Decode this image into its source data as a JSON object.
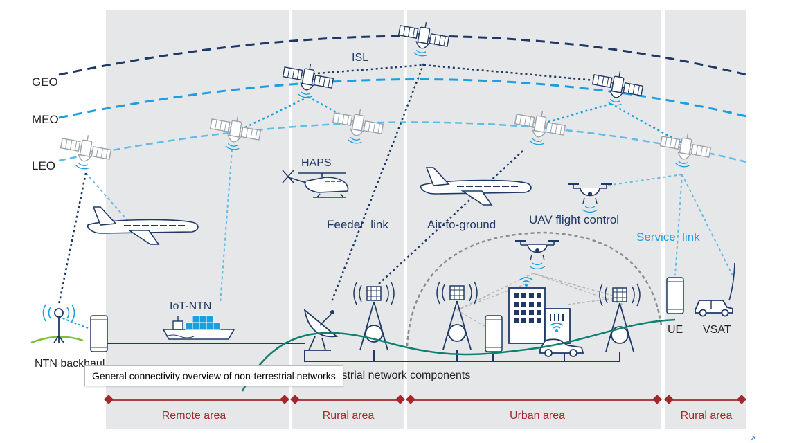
{
  "orbits": {
    "geo": "GEO",
    "meo": "MEO",
    "leo": "LEO"
  },
  "links": {
    "isl": "ISL",
    "feeder": "Feeder  link",
    "air_to_ground": "Air-to-ground",
    "uav_flight_control": "UAV flight control",
    "service": "Service  link"
  },
  "nodes": {
    "haps": "HAPS",
    "iot_ntn": "IoT-NTN",
    "ntn_backhaul": "NTN backhaul",
    "ue": "UE",
    "vsat": "VSAT"
  },
  "ground_network": {
    "label": "Terrestrial network components"
  },
  "areas": [
    {
      "label": "Remote area"
    },
    {
      "label": "Rural area"
    },
    {
      "label": "Urban area"
    },
    {
      "label": "Rural area"
    }
  ],
  "tooltip": {
    "text": "General connectivity overview of non-terrestrial networks"
  },
  "colors": {
    "panel": "#e6e7e9",
    "navy": "#1f3864",
    "mid_blue": "#1a9fe0",
    "light_blue": "#5fbbe8",
    "gray_icon": "#9aa3ab",
    "area_red": "#a4282b",
    "teal": "#0f7f6f",
    "green": "#7cbf3a"
  },
  "icons": {
    "satellite": "satellite-icon",
    "aircraft": "aircraft-icon",
    "helicopter": "helicopter-icon",
    "drone": "drone-icon",
    "cell_tower": "cell-tower-icon",
    "phone": "phone-icon",
    "ship": "ship-icon",
    "dish": "satellite-dish-icon",
    "car": "car-icon",
    "building": "building-icon",
    "vehicle": "vehicle-icon"
  }
}
